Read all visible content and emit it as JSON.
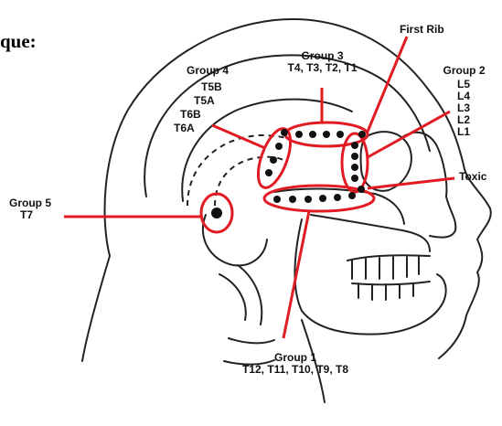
{
  "header": {
    "text": "que:"
  },
  "labels": {
    "first_rib": "First Rib",
    "group3_title": "Group 3",
    "group3_points": "T4, T3, T2, T1",
    "group2_title": "Group 2",
    "group2_points": [
      "L5",
      "L4",
      "L3",
      "L2",
      "L1"
    ],
    "group4_title": "Group 4",
    "group4_points": [
      "T5B",
      "T5A",
      "T6B",
      "T6A"
    ],
    "group5_title": "Group 5",
    "group5_points": "T7",
    "toxic": "Toxic",
    "group1_title": "Group 1",
    "group1_points": "T12, T11, T10, T9, T8"
  },
  "colors": {
    "accent": "#e21b23",
    "ink": "#111111",
    "background": "#ffffff"
  }
}
